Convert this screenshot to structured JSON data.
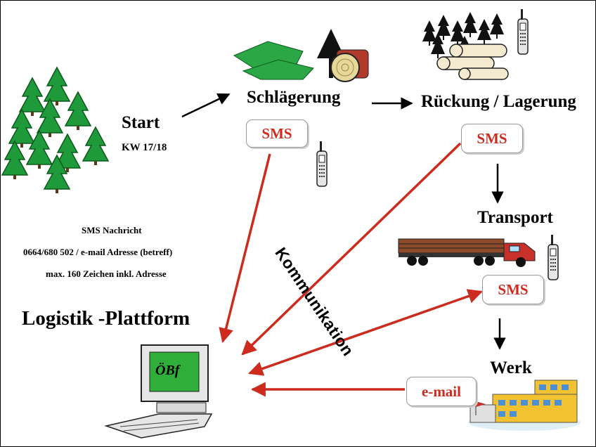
{
  "steps": {
    "start": "Start",
    "week": "KW 17/18",
    "felling": "Schlägerung",
    "skidding": "Rückung / Lagerung",
    "transport": "Transport",
    "plant": "Werk"
  },
  "messages": {
    "sms": "SMS",
    "email": "e-mail"
  },
  "info": {
    "title": "SMS Nachricht",
    "line1": "0664/680 502 /  e-mail Adresse (betreff)",
    "line2": "max. 160 Zeichen inkl. Adresse"
  },
  "platform": {
    "title": "Logistik -Plattform",
    "screen_label": "ÖBf"
  },
  "communication_label": "Kommunikation",
  "colors": {
    "arrow_red": "#cc2b1e",
    "sms_text": "#cc2b1e",
    "tree_green": "#1f9a3a",
    "monitor_screen": "#2fae3a",
    "truck_cab": "#c8302a",
    "building_yellow": "#f2c230"
  }
}
